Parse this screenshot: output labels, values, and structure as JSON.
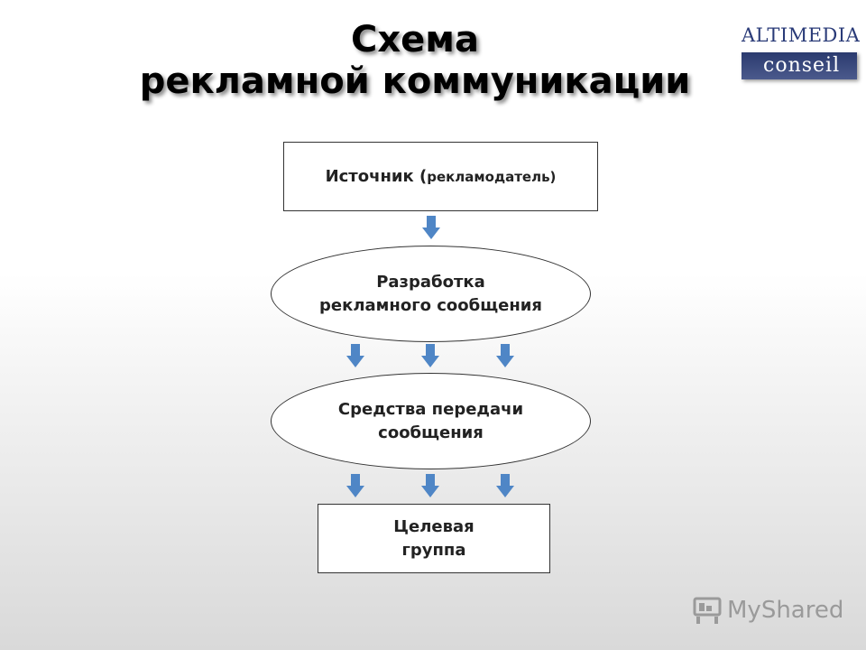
{
  "title": {
    "line1": "Схема",
    "line2": "рекламной коммуникации"
  },
  "logo": {
    "top": "ALTIMEDIA",
    "bottom": "conseil"
  },
  "diagram": {
    "source": {
      "main": "Источник (",
      "detail": "рекламодатель)"
    },
    "message": {
      "line1": "Разработка",
      "line2": "рекламного сообщения"
    },
    "media": {
      "line1": "Средства передачи",
      "line2": "сообщения"
    },
    "target": {
      "line1": "Целевая",
      "line2": "группа"
    }
  },
  "arrows": {
    "color": "#4f86c6",
    "shape": "down-arrow-icon"
  },
  "watermark": {
    "text": "MyShared",
    "icon": "presentation-icon"
  }
}
